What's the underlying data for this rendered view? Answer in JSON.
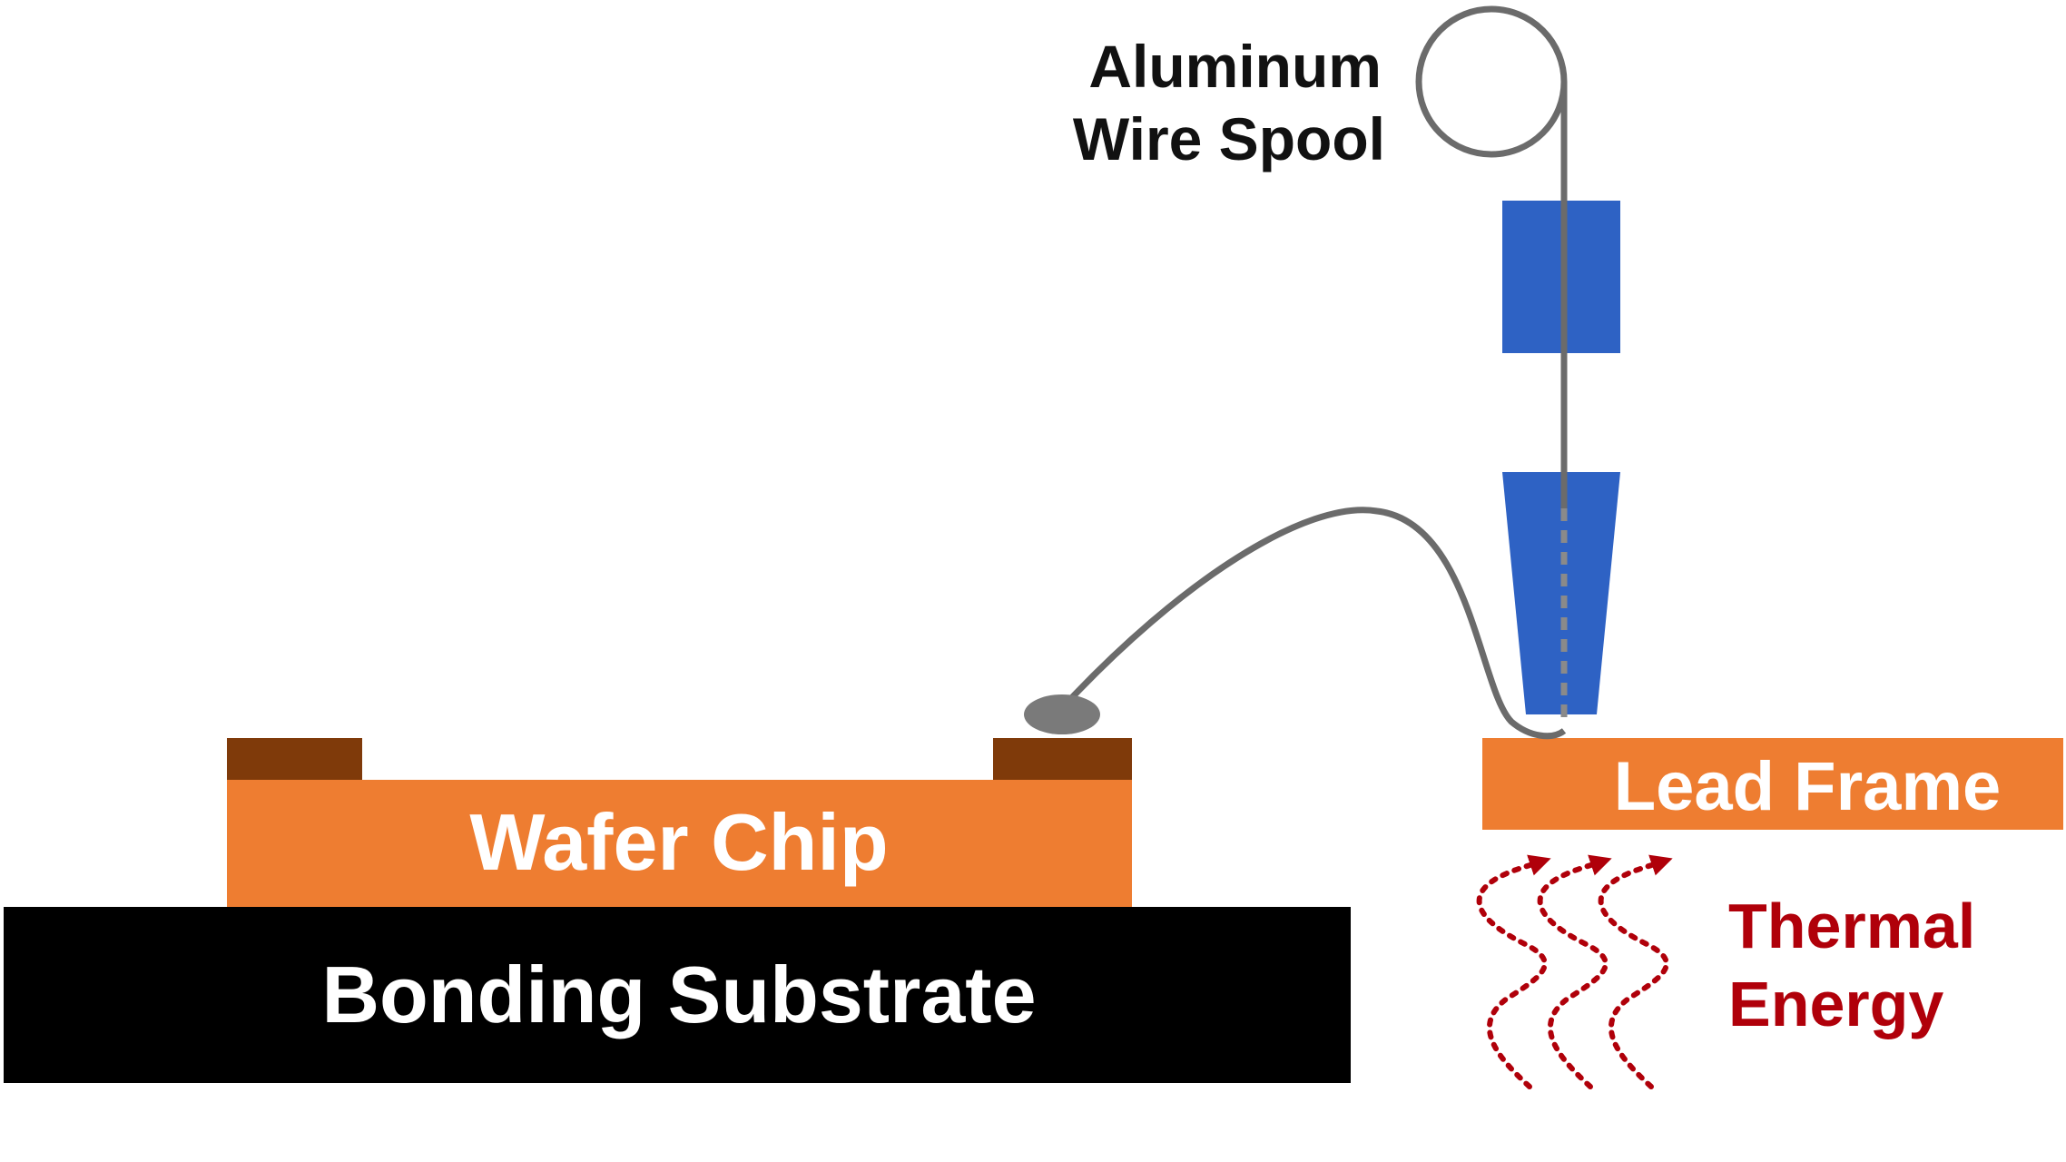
{
  "labels": {
    "spool_line1": "Aluminum",
    "spool_line2": "Wire Spool",
    "wafer_chip": "Wafer Chip",
    "bonding_substrate": "Bonding Substrate",
    "lead_frame": "Lead Frame",
    "thermal_line1": "Thermal",
    "thermal_line2": "Energy"
  },
  "colors": {
    "orange": "#ee7d31",
    "pad_brown": "#7f3a0a",
    "substrate": "#000000",
    "tool_blue": "#2e62c4",
    "wire_gray": "#6b6b6b",
    "thermal_red": "#b0000a"
  }
}
